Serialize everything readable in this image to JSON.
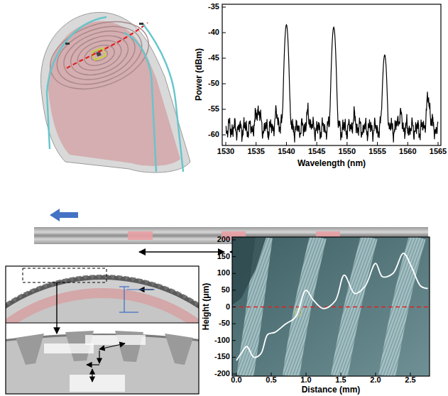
{
  "diagram": {
    "labels": [
      "-35",
      "-40",
      "-45",
      "-50",
      "-55",
      "-60",
      "1530",
      "1535",
      "1540",
      "1545",
      "1550",
      "1555",
      "1560",
      "1565",
      "Wavelength (nm)",
      "Power (dBm)",
      "200",
      "150",
      "100",
      "50",
      "0",
      "-50",
      "-100",
      "-150",
      "-200",
      "0.0",
      "0.5",
      "1.0",
      "1.5",
      "2.0",
      "2.5",
      "Height (μm)",
      "Distance (mm)"
    ]
  }
}
